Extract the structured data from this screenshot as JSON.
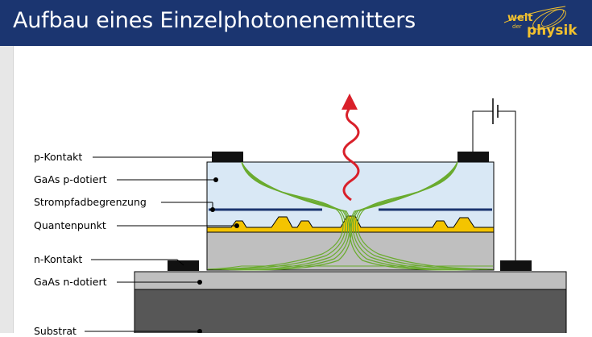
{
  "header": {
    "title": "Aufbau eines Einzelphotonenemitters",
    "background_color": "#1b3570"
  },
  "logo": {
    "line1": "welt",
    "line2": "der",
    "line3": "physik",
    "color": "#f2c12e"
  },
  "labels": {
    "p_contact": "p-Kontakt",
    "gaas_p": "GaAs p-dotiert",
    "current_aperture": "Strompfadbegrenzung",
    "quantum_dot": "Quantenpunkt",
    "n_contact": "n-Kontakt",
    "gaas_n": "GaAs n-dotiert",
    "substrate": "Substrat"
  },
  "colors": {
    "p_layer": "#d9e8f5",
    "n_layer": "#bfbfbf",
    "substrate": "#575757",
    "contact": "#111111",
    "current_paths": "#6aab2e",
    "quantum_layer": "#f4c400",
    "aperture": "#1b3570",
    "photon": "#d9202a"
  }
}
